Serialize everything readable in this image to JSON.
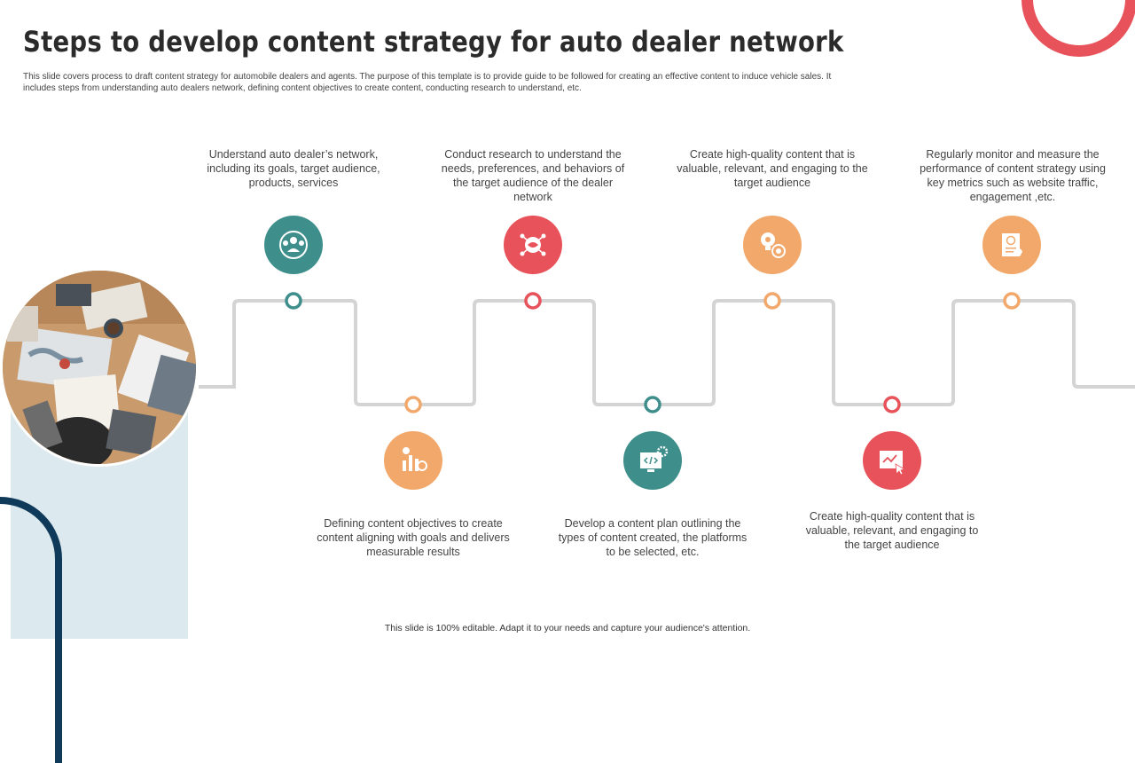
{
  "header": {
    "title": "Steps to develop content strategy for auto dealer network",
    "subtitle": "This slide covers process to draft content strategy for automobile dealers and agents. The purpose of this template is to provide guide to be followed for creating an effective content to induce vehicle sales. It includes steps from understanding auto dealers network, defining content objectives to create content, conducting research to understand, etc."
  },
  "colors": {
    "teal": "#3e8f8c",
    "red": "#e8525a",
    "orange": "#f2a86a",
    "line": "#d4d4d4"
  },
  "steps": [
    {
      "text": "Understand auto dealer’s network, including its goals, target audience, products, services",
      "icon": "people-network-icon",
      "color": "teal"
    },
    {
      "text": "Defining content objectives to create content aligning with goals and delivers measurable results",
      "icon": "chart-target-icon",
      "color": "orange"
    },
    {
      "text": "Conduct research to understand the needs, preferences, and behaviors of the target audience of the dealer network",
      "icon": "research-network-icon",
      "color": "red"
    },
    {
      "text": "Develop a content plan outlining the types of content created, the platforms to be selected, etc.",
      "icon": "code-monitor-gear-icon",
      "color": "teal"
    },
    {
      "text": "Create high-quality content that is valuable, relevant, and engaging to the target audience",
      "icon": "lightbulb-target-icon",
      "color": "orange"
    },
    {
      "text": "Create high-quality content that is valuable, relevant, and engaging to the target audience",
      "icon": "monitor-pointer-icon",
      "color": "red"
    },
    {
      "text": "Regularly monitor and measure the performance of content strategy using key metrics such as website traffic, engagement ,etc.",
      "icon": "report-dollar-icon",
      "color": "orange"
    }
  ],
  "footer": {
    "text": "This slide is 100% editable. Adapt it to your needs and capture your audience's attention."
  }
}
